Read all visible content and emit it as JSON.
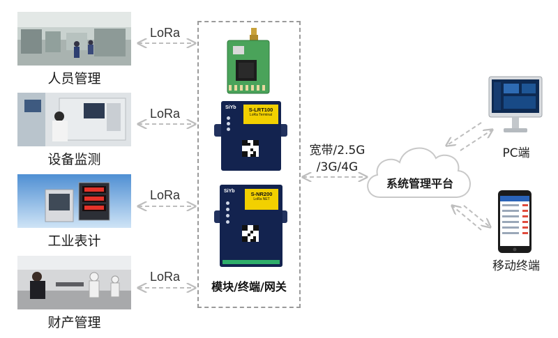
{
  "sources": [
    {
      "label": "人员管理",
      "link": "LoRa"
    },
    {
      "label": "设备监测",
      "link": "LoRa"
    },
    {
      "label": "工业表计",
      "link": "LoRa"
    },
    {
      "label": "财产管理",
      "link": "LoRa"
    }
  ],
  "box_caption": "模块/终端/网关",
  "devices": {
    "terminal": {
      "brand": "SiYb",
      "model": "S-LRT100",
      "sub": "LoRa Terminal"
    },
    "gateway": {
      "brand": "SiYb",
      "model": "S-NR200",
      "sub": "LoRa NET"
    }
  },
  "backhaul": {
    "line1": "宽带/2.5G",
    "line2": "/3G/4G"
  },
  "platform": "系统管理平台",
  "clients": {
    "pc": "PC端",
    "mobile": "移动终端"
  },
  "colors": {
    "arrow": "#bdbdbd",
    "device": "#13234f",
    "tag": "#f2d000",
    "cloud_stroke": "#c8c8c8"
  }
}
